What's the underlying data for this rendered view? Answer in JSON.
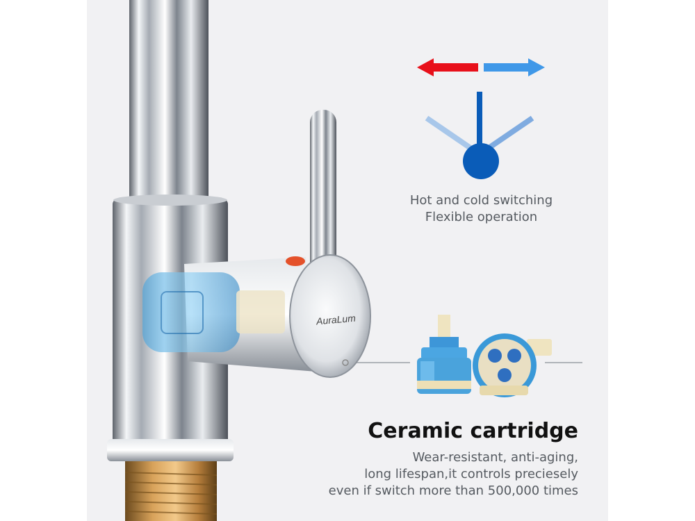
{
  "product": {
    "brand_logo": "AuraLum"
  },
  "switching": {
    "line1": "Hot and cold switching",
    "line2": "Flexible operation",
    "hot_color": "#e8101a",
    "cold_color": "#3f98e8",
    "lever_color": "#0a5cb8"
  },
  "cartridge": {
    "title": "Ceramic cartridge",
    "desc_line1": "Wear-resistant, anti-aging,",
    "desc_line2": "long lifespan,it controls preciesely",
    "desc_line3": "even if switch more than 500,000 times"
  }
}
